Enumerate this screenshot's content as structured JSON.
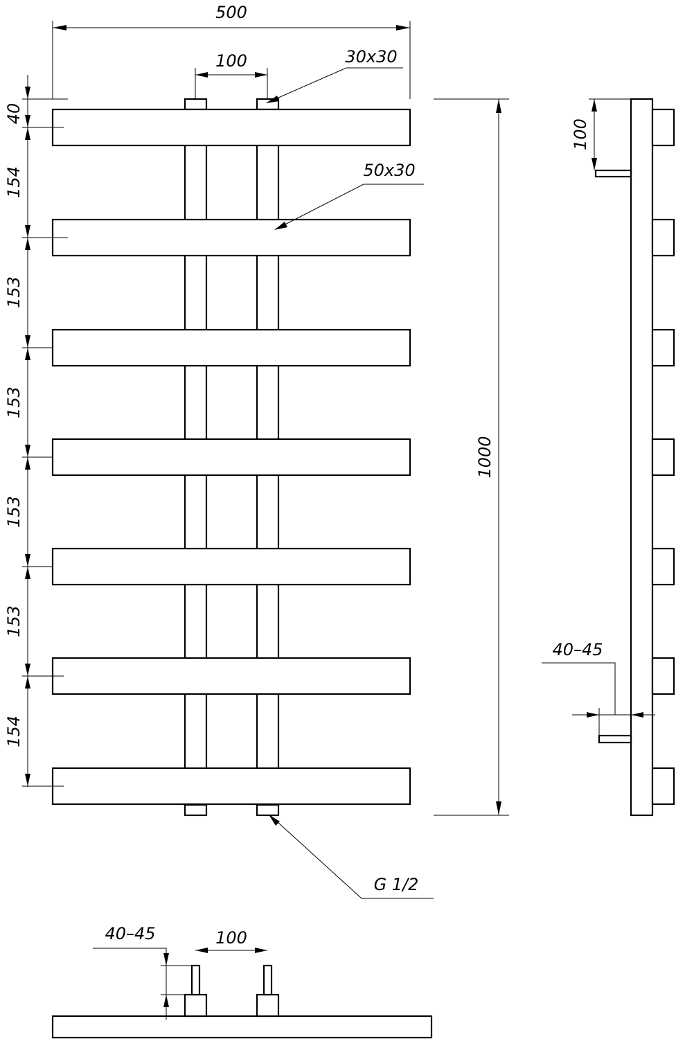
{
  "front_view": {
    "overall_width": "500",
    "pipe_spacing": "100",
    "pipe_size": "30x30",
    "rail_size": "50x30",
    "overall_height": "1000",
    "top_offset": "40",
    "spacings": [
      "154",
      "153",
      "153",
      "153",
      "153",
      "154"
    ],
    "connection_thread": "G 1/2"
  },
  "side_view": {
    "bracket_offset": "100",
    "wall_distance": "40–45"
  },
  "bottom_view": {
    "wall_distance": "40–45",
    "pipe_spacing": "100"
  }
}
